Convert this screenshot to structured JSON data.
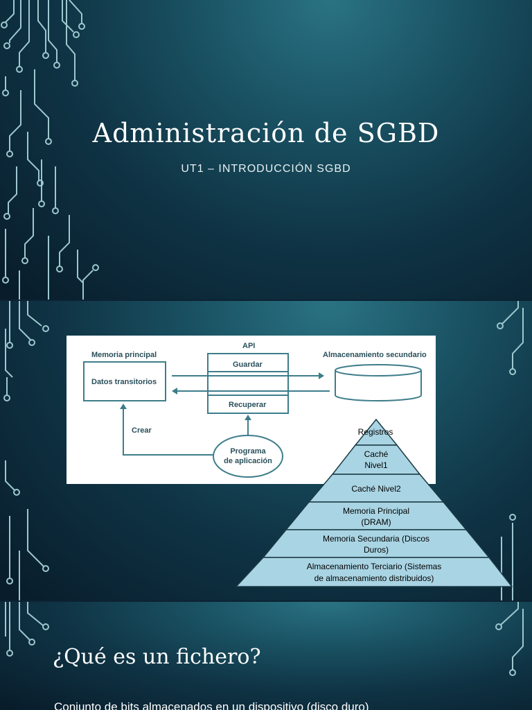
{
  "slide1": {
    "title": "Administración de SGBD",
    "subtitle": "UT1 – INTRODUCCIÓN SGBD"
  },
  "slide2": {
    "diagram": {
      "memoria_label": "Memoria principal",
      "datos_label": "Datos transitorios",
      "api_label": "API",
      "guardar_label": "Guardar",
      "recuperar_label": "Recuperar",
      "almacenamiento_label": "Almacenamiento secundario",
      "crear_label": "Crear",
      "programa_line1": "Programa",
      "programa_line2": "de aplicación"
    },
    "pyramid": {
      "level1": "Registros",
      "level2_line1": "Caché",
      "level2_line2": "Nivel1",
      "level3": "Caché Nivel2",
      "level4_line1": "Memoria Principal",
      "level4_line2": "(DRAM)",
      "level5_line1": "Memoria Secundaria (Discos",
      "level5_line2": "Duros)",
      "level6_line1": "Almacenamiento Terciario (Sistemas",
      "level6_line2": "de almacenamiento distribuidos)",
      "colors": {
        "fill": "#a9d4e3",
        "stroke": "#1a3a44"
      }
    }
  },
  "slide3": {
    "title": "¿Qué es un fichero?",
    "text": "Conjunto de bits almacenados en un dispositivo (disco duro)"
  }
}
